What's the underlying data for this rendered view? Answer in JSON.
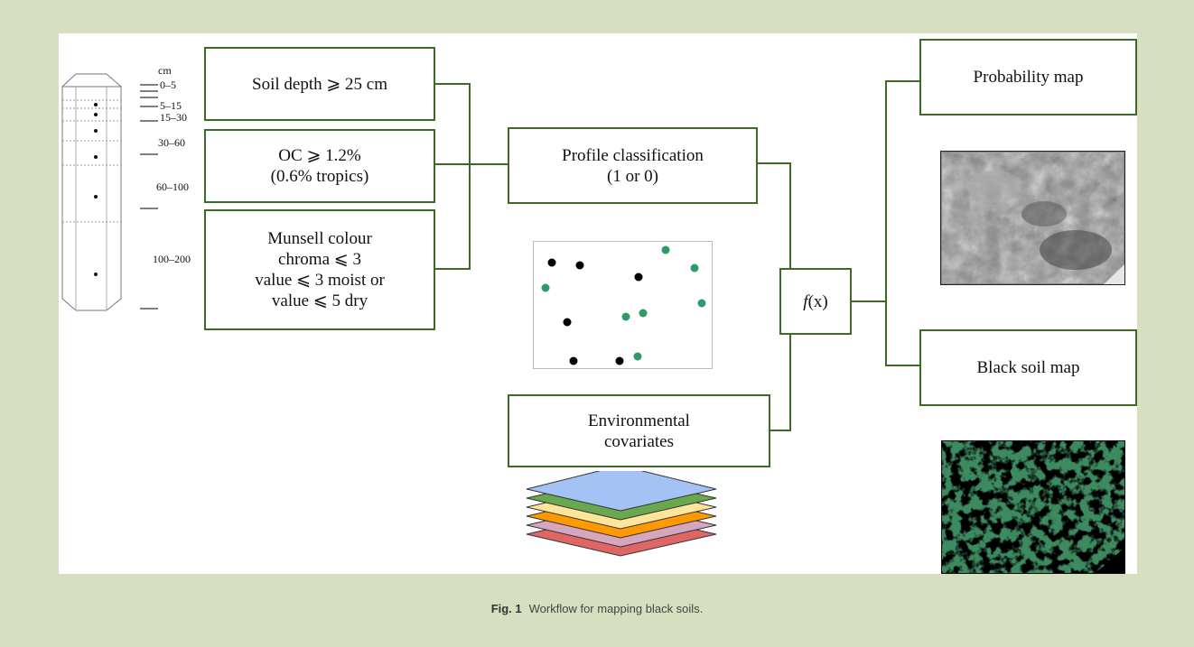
{
  "profile": {
    "unit": "cm",
    "depths": [
      "0–5",
      "5–15",
      "15–30",
      "30–60",
      "60–100",
      "100–200"
    ]
  },
  "criteria": {
    "soil_depth": "Soil depth ⩾ 25 cm",
    "oc_line1": "OC ⩾ 1.2%",
    "oc_line2": "(0.6% tropics)",
    "munsell_line1": "Munsell colour",
    "munsell_line2": "chroma ⩽ 3",
    "munsell_line3": "value ⩽ 3 moist or",
    "munsell_line4": "value ⩽ 5 dry"
  },
  "classification": {
    "line1": "Profile classification",
    "line2": "(1 or 0)"
  },
  "environment": {
    "line1": "Environmental",
    "line2": "covariates"
  },
  "function": {
    "f": "f",
    "x": "(x)"
  },
  "outputs": {
    "probability_map": "Probability map",
    "black_soil_map": "Black soil map"
  },
  "colors": {
    "box_border": "#3d6b27",
    "green_point": "#2e9a6a",
    "black_point": "#000000",
    "figure_bg": "#d6dfbf",
    "map_green": "#3d8a60",
    "layers": [
      "#a4c2f4",
      "#6aa84f",
      "#ffe599",
      "#ff9900",
      "#d5a6bd",
      "#e06666"
    ]
  },
  "caption": {
    "label": "Fig. 1",
    "text": "Workflow for mapping black soils."
  }
}
